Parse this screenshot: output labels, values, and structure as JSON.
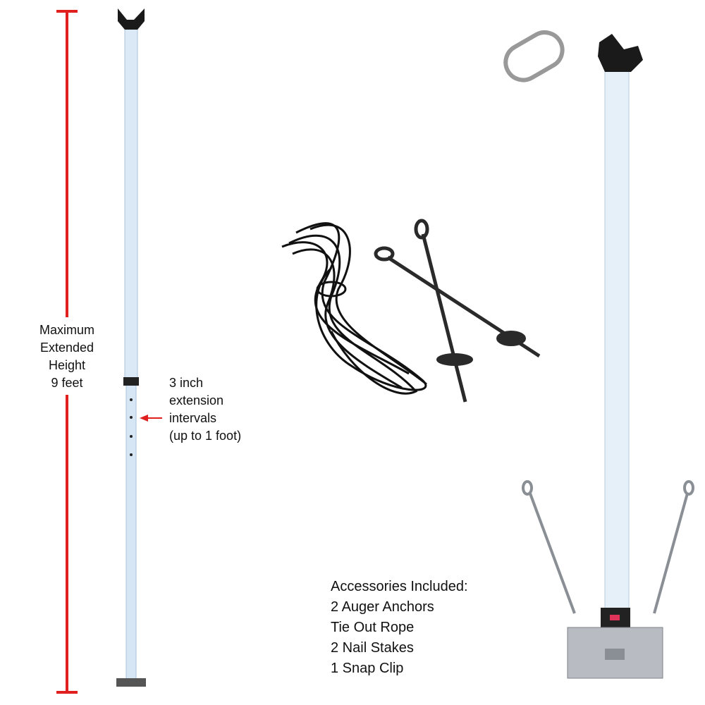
{
  "height_label": [
    "Maximum",
    "Extended",
    "Height",
    "9 feet"
  ],
  "extension_label": [
    "3 inch",
    "extension",
    "intervals",
    "(up to 1 foot)"
  ],
  "accessories": {
    "title": "Accessories Included:",
    "items": [
      "2 Auger Anchors",
      "Tie Out Rope",
      "2 Nail Stakes",
      "1 Snap Clip"
    ]
  },
  "colors": {
    "dimension_line": "#e0201e",
    "pole": "#dbe9f6",
    "rope": "#111111"
  }
}
